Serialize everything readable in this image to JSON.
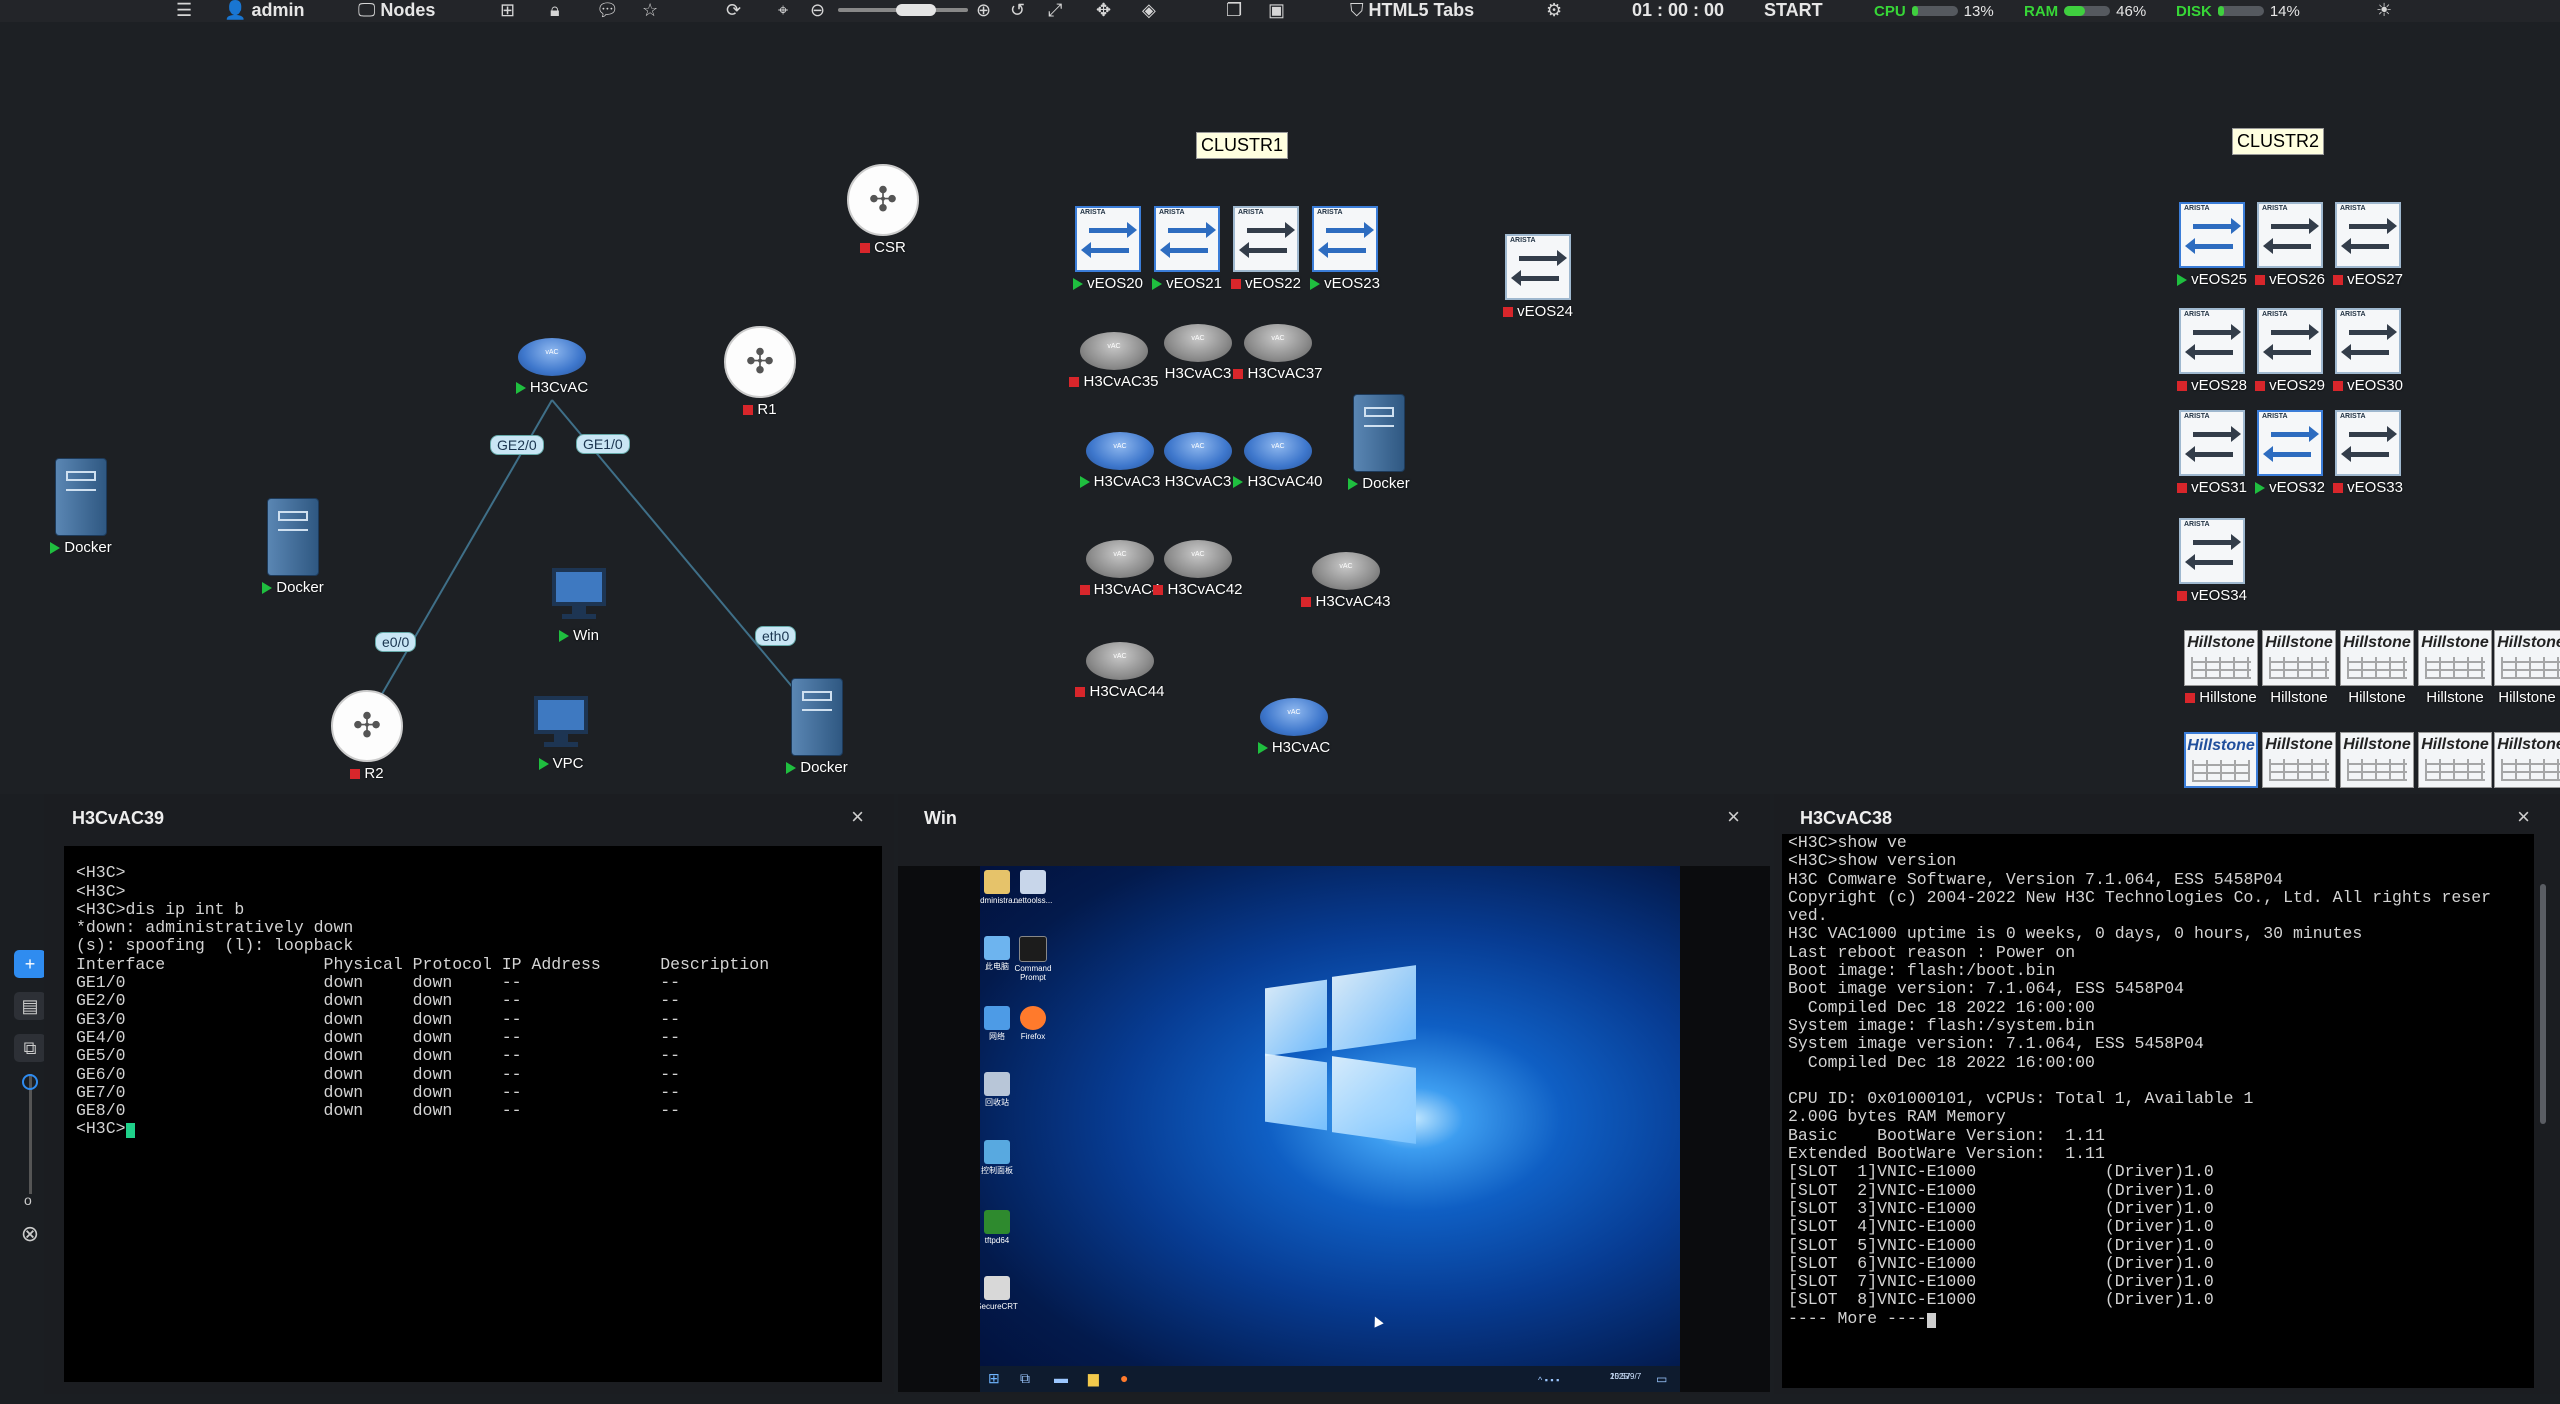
{
  "toolbar": {
    "user": "admin",
    "nodes_label": "Nodes",
    "html5_tabs": "HTML5 Tabs",
    "timer": "01 : 00 : 00",
    "start": "START",
    "cpu_label": "CPU",
    "cpu_value": "13%",
    "cpu_fraction": 0.13,
    "ram_label": "RAM",
    "ram_value": "46%",
    "ram_fraction": 0.46,
    "disk_label": "DISK",
    "disk_value": "14%",
    "disk_fraction": 0.14
  },
  "canvas": {
    "cluster1": "CLUSTR1",
    "cluster2": "CLUSTR2",
    "interfaces": {
      "ge2": "GE2/0",
      "ge1": "GE1/0",
      "e00": "e0/0",
      "eth0": "eth0"
    },
    "nodes": {
      "csr": "CSR",
      "r1": "R1",
      "r2": "R2",
      "h3cvac_top": "H3CvAC",
      "docker_1": "Docker",
      "docker_2": "Docker",
      "docker_3": "Docker",
      "docker_4": "Docker",
      "win": "Win",
      "vpc": "VPC",
      "veos20": "vEOS20",
      "veos21": "vEOS21",
      "veos22": "vEOS22",
      "veos23": "vEOS23",
      "veos24": "vEOS24",
      "h3c35": "H3CvAC35",
      "h3c36": "H3CvAC3",
      "h3c37": "H3CvAC37",
      "h3c38": "H3CvAC3",
      "h3c39": "H3CvAC3",
      "h3c40": "H3CvAC40",
      "h3c41": "H3CvAC4",
      "h3c42": "H3CvAC42",
      "h3c43": "H3CvAC43",
      "h3c44": "H3CvAC44",
      "h3cvac_bottom": "H3CvAC",
      "veos25": "vEOS25",
      "veos26": "vEOS26",
      "veos27": "vEOS27",
      "veos28": "vEOS28",
      "veos29": "vEOS29",
      "veos30": "vEOS30",
      "veos31": "vEOS31",
      "veos32": "vEOS32",
      "veos33": "vEOS33",
      "veos34": "vEOS34",
      "hill_1": "Hillstone",
      "hill_2": "Hillstone",
      "hill_3": "Hillstone",
      "hill_4": "Hillstone",
      "hill_5": "Hillstone"
    },
    "brand": {
      "arista": "ARISTA",
      "hillstone": "Hillstone"
    }
  },
  "panels": {
    "left": {
      "title": "H3CvAC39",
      "close": "×",
      "lines": [
        "",
        "<H3C>",
        "<H3C>",
        "<H3C>dis ip int b",
        "*down: administratively down",
        "(s): spoofing  (l): loopback",
        "Interface                Physical Protocol IP Address      Description",
        "GE1/0                    down     down     --              --",
        "GE2/0                    down     down     --              --",
        "GE3/0                    down     down     --              --",
        "GE4/0                    down     down     --              --",
        "GE5/0                    down     down     --              --",
        "GE6/0                    down     down     --              --",
        "GE7/0                    down     down     --              --",
        "GE8/0                    down     down     --              --"
      ],
      "prompt": "<H3C>"
    },
    "middle": {
      "title": "Win",
      "close": "×",
      "desktop_icons": [
        "Administra...",
        "nettoolss...",
        "此电脑",
        "Command Prompt",
        "网络",
        "Firefox",
        "回收站",
        "控制面板",
        "tftpd64",
        "SecureCRT"
      ],
      "clock_time": "15:57",
      "clock_date": "2025/9/7"
    },
    "right": {
      "title": "H3CvAC38",
      "close": "×",
      "lines": [
        "<H3C>show ve",
        "<H3C>show version",
        "H3C Comware Software, Version 7.1.064, ESS 5458P04",
        "Copyright (c) 2004-2022 New H3C Technologies Co., Ltd. All rights reser",
        "ved.",
        "H3C VAC1000 uptime is 0 weeks, 0 days, 0 hours, 30 minutes",
        "Last reboot reason : Power on",
        "Boot image: flash:/boot.bin",
        "Boot image version: 7.1.064, ESS 5458P04",
        "  Compiled Dec 18 2022 16:00:00",
        "System image: flash:/system.bin",
        "System image version: 7.1.064, ESS 5458P04",
        "  Compiled Dec 18 2022 16:00:00",
        "",
        "CPU ID: 0x01000101, vCPUs: Total 1, Available 1",
        "2.00G bytes RAM Memory",
        "Basic    BootWare Version:  1.11",
        "Extended BootWare Version:  1.11",
        "[SLOT  1]VNIC-E1000             (Driver)1.0",
        "[SLOT  2]VNIC-E1000             (Driver)1.0",
        "[SLOT  3]VNIC-E1000             (Driver)1.0",
        "[SLOT  4]VNIC-E1000             (Driver)1.0",
        "[SLOT  5]VNIC-E1000             (Driver)1.0",
        "[SLOT  6]VNIC-E1000             (Driver)1.0",
        "[SLOT  7]VNIC-E1000             (Driver)1.0",
        "[SLOT  8]VNIC-E1000             (Driver)1.0"
      ],
      "more": "---- More ----"
    }
  },
  "colors": {
    "running": "#1fbf3f",
    "stopped": "#d8262b",
    "accent": "#2f8cf0"
  },
  "icons": [
    "menu-icon",
    "user-icon",
    "monitor-icon",
    "grid-icon",
    "lock-icon",
    "chat-icon",
    "star-icon",
    "refresh-icon",
    "target-icon",
    "zoom-out-icon",
    "zoom-in-icon",
    "undo-icon",
    "fit-icon",
    "move-icon",
    "paint-icon",
    "copy-icon",
    "image-icon",
    "html5-icon",
    "gear-icon",
    "sun-icon"
  ]
}
